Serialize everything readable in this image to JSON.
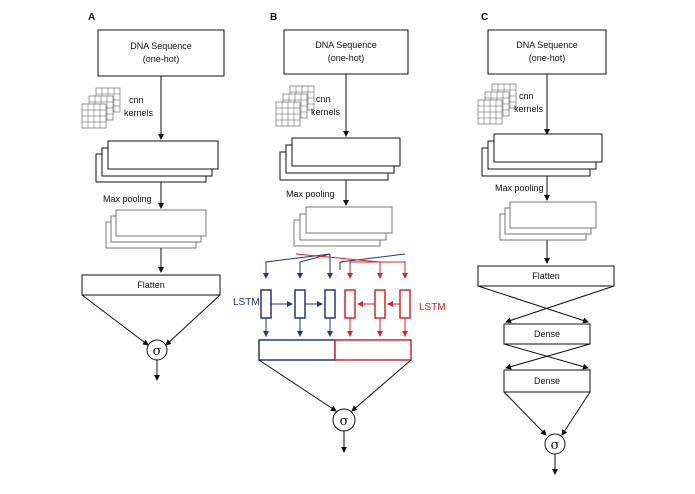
{
  "panels": [
    {
      "letter": "A",
      "input_line1": "DNA Sequence",
      "input_line2": "(one-hot)",
      "kernels_line1": "cnn",
      "kernels_line2": "kernels",
      "pool": "Max pooling",
      "flatten": "Flatten",
      "output_symbol": "σ"
    },
    {
      "letter": "B",
      "input_line1": "DNA Sequence",
      "input_line2": "(one-hot)",
      "kernels_line1": "cnn",
      "kernels_line2": "kernels",
      "pool": "Max pooling",
      "lstm_left": "LSTM",
      "lstm_right": "LSTM",
      "output_symbol": "σ"
    },
    {
      "letter": "C",
      "input_line1": "DNA Sequence",
      "input_line2": "(one-hot)",
      "kernels_line1": "cnn",
      "kernels_line2": "kernels",
      "pool": "Max pooling",
      "flatten": "Flatten",
      "dense1": "Dense",
      "dense2": "Dense",
      "output_symbol": "σ"
    }
  ],
  "colors": {
    "forward_lstm": "#1f3a7a",
    "backward_lstm": "#d7262b",
    "stroke": "#111111"
  }
}
